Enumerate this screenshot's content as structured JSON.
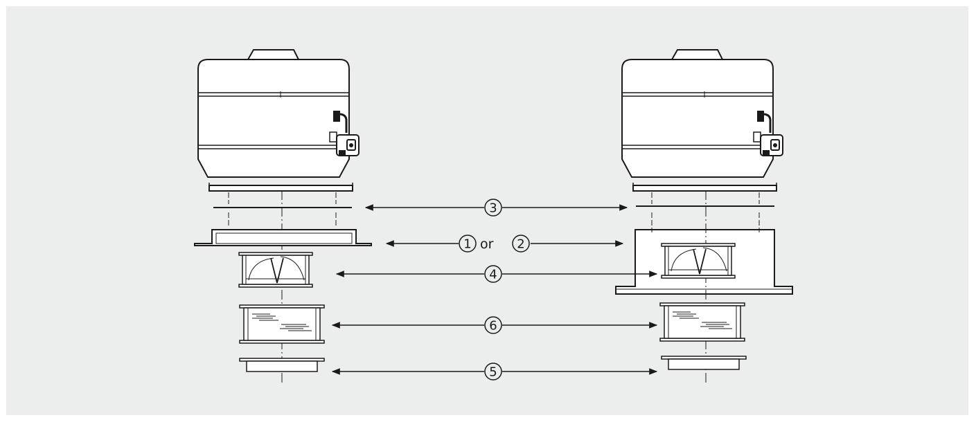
{
  "callouts": [
    {
      "id": "c3",
      "numbers": [
        "3"
      ]
    },
    {
      "id": "c12",
      "numbers": [
        "1",
        "2"
      ],
      "joiner": "or"
    },
    {
      "id": "c4",
      "numbers": [
        "4"
      ]
    },
    {
      "id": "c6",
      "numbers": [
        "6"
      ]
    },
    {
      "id": "c5",
      "numbers": [
        "5"
      ]
    }
  ],
  "colors": {
    "background": "#eceded",
    "line": "#1a1a1a",
    "fill": "#ffffff"
  }
}
